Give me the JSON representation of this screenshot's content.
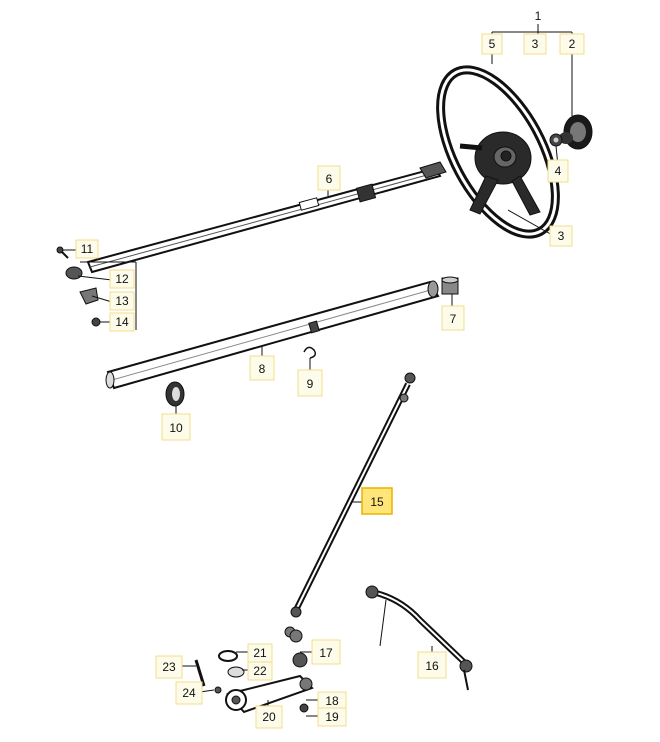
{
  "part_labels": {
    "p1": "1",
    "p2": "2",
    "p3top": "3",
    "p3": "3",
    "p4": "4",
    "p5": "5",
    "p6": "6",
    "p7": "7",
    "p8": "8",
    "p9": "9",
    "p10": "10",
    "p11": "11",
    "p12": "12",
    "p13": "13",
    "p14": "14",
    "p15": "15",
    "p16": "16",
    "p17": "17",
    "p18": "18",
    "p19": "19",
    "p20": "20",
    "p21": "21",
    "p22": "22",
    "p23": "23",
    "p24": "24"
  },
  "highlighted_part": "15",
  "colors": {
    "callout_bg": "#fdfbe9",
    "callout_border": "#f3dc8a",
    "highlight_bg": "#ffe57a",
    "highlight_border": "#e8b400",
    "line": "#111111"
  }
}
